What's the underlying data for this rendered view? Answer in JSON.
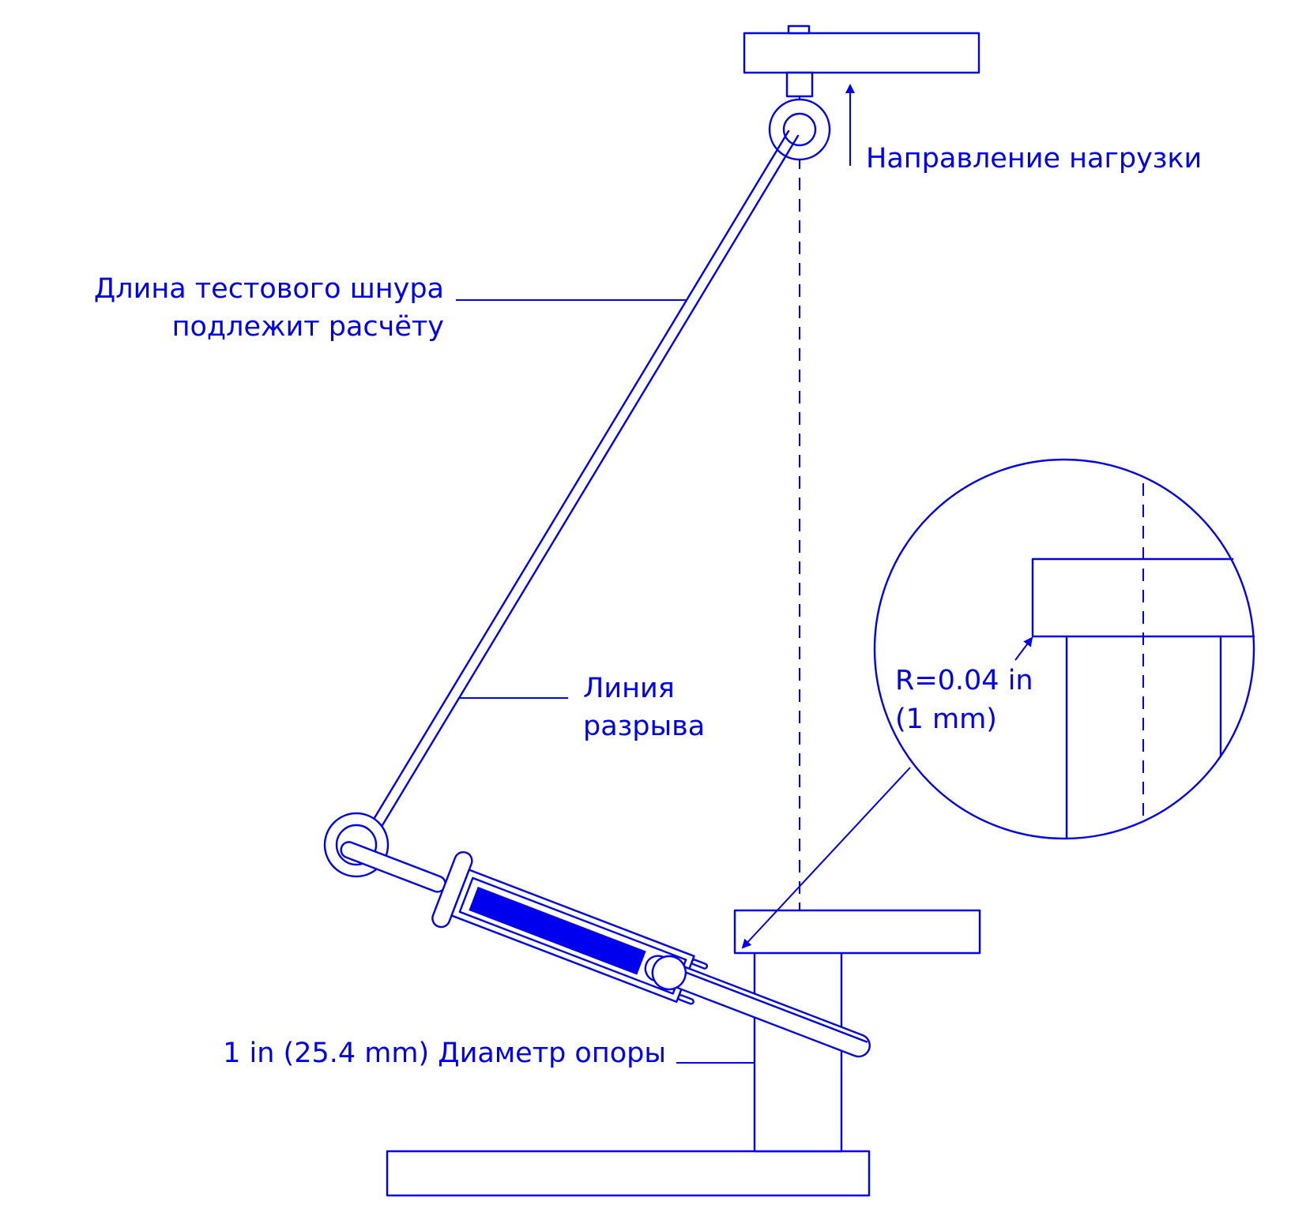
{
  "labels": {
    "load_direction": "Направление нагрузки",
    "cord_length_line1": "Длина тестового шнура",
    "cord_length_line2": "подлежит расчёту",
    "break_line_line1": "Линия",
    "break_line_line2": "разрыва",
    "radius_line1": "R=0.04 in",
    "radius_line2": "(1 mm)",
    "support_diameter": "1 in (25.4 mm) Диаметр опоры"
  },
  "colors": {
    "ink": "#0000ee",
    "background": "#ffffff"
  }
}
